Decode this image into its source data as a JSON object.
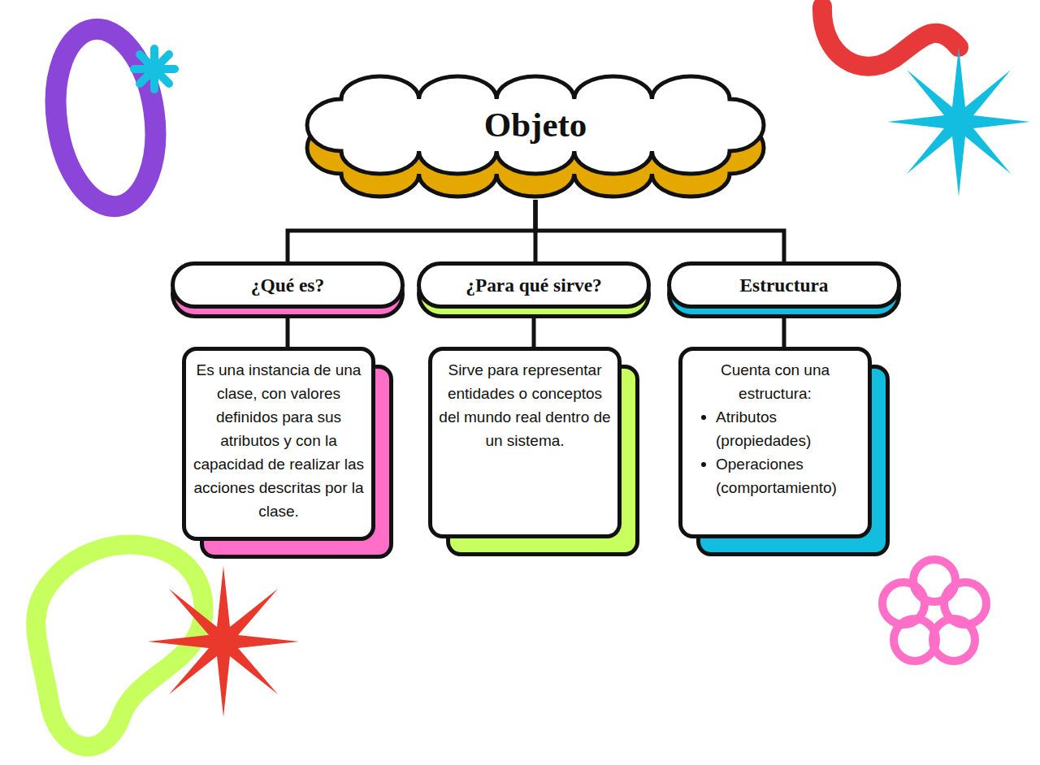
{
  "diagram": {
    "nodes": [
      {
        "text": [
          "Objeto"
        ]
      },
      {
        "text": [
          "¿Qué es?"
        ]
      },
      {
        "text": [
          "¿Para qué sirve?"
        ]
      },
      {
        "text": [
          "Estructura"
        ]
      },
      {
        "text": [
          "Es una instancia de una clase, con valores definidos para sus atributos y con la capacidad de realizar las acciones descritas por la clase."
        ]
      },
      {
        "text": [
          "Sirve para representar entidades o conceptos del mundo real dentro de un sistema."
        ]
      },
      {
        "text": [
          "Cuenta con una estructura:",
          "Atributos (propiedades)",
          "Operaciones (comportamiento)"
        ]
      }
    ],
    "edges": [
      {
        "from": 0,
        "to": 1,
        "arrow": "none"
      },
      {
        "from": 0,
        "to": 2,
        "arrow": "none"
      },
      {
        "from": 0,
        "to": 3,
        "arrow": "none"
      },
      {
        "from": 1,
        "to": 4,
        "arrow": "none"
      },
      {
        "from": 2,
        "to": 5,
        "arrow": "none"
      },
      {
        "from": 3,
        "to": 6,
        "arrow": "none"
      }
    ]
  }
}
